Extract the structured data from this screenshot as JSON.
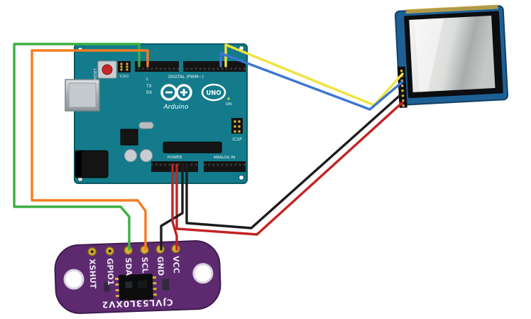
{
  "scene": {
    "background_color": "#ffffff",
    "description": "Wiring diagram: Arduino UNO connected to VL53L0X distance sensor and TFT LCD display"
  },
  "arduino": {
    "board_color": "#137b8b",
    "logo_label": "Arduino",
    "uno_label": "UNO",
    "digital_header_label": "DIGITAL (PWM~)",
    "power_header_label": "POWER",
    "analog_header_label": "ANALOG IN",
    "icsp_label": "ICSP",
    "icsp2_label": "ICSP2",
    "reset_label": "RESET",
    "tx_label": "TX",
    "rx_label": "RX",
    "led_l_label": "L",
    "on_label": "ON"
  },
  "sensor": {
    "board_color": "#5d2a6f",
    "model_label": "CJVL53L0XV2",
    "pins": [
      "XSHUT",
      "GPIO1",
      "SDA",
      "SCL",
      "GND",
      "VCC"
    ]
  },
  "display": {
    "pcb_color": "#1d6096",
    "bezel_color": "#0b0d10"
  },
  "wires": {
    "green": {
      "color": "#3cb043"
    },
    "orange": {
      "color": "#f47c20"
    },
    "yellow": {
      "color": "#f0e23c"
    },
    "blue": {
      "color": "#3a75d4"
    },
    "black": {
      "color": "#1c1c1c"
    },
    "red": {
      "color": "#c42222"
    }
  }
}
